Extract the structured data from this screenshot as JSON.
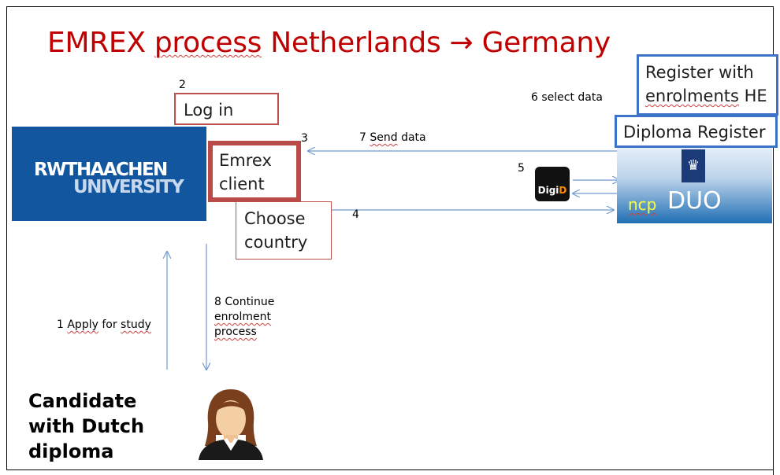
{
  "title": {
    "prefix": "EMREX ",
    "process": "process",
    "rest": " Netherlands → Germany"
  },
  "steps": {
    "step2": "2",
    "step3": "3",
    "step4": "4",
    "step5": "5",
    "step6": "6 select data",
    "step7_num": "7 ",
    "step7_word": "Send",
    "step7_rest": " data",
    "step1_num": "1 ",
    "step1_word": "Apply",
    "step1_mid": " for ",
    "step1_word2": "study",
    "step8_line1": "8 Continue",
    "step8_line2": "enrolment",
    "step8_line3": "process"
  },
  "boxes": {
    "login": "Log in",
    "emrex_line1": "Emrex",
    "emrex_line2": "client",
    "choose_line1": "Choose",
    "choose_line2": "country",
    "register_line1": "Register with",
    "register_line2a": "enrolments",
    "register_line2b": " HE",
    "diploma_register": "Diploma Register"
  },
  "logos": {
    "rwth_line1": "RWTHAACHEN",
    "rwth_line2": "UNIVERSITY",
    "digid": "Digi",
    "digid_accent": "D",
    "duo_ncp": "ncp",
    "duo_name": "DUO",
    "duo_emblem": "icon-crest"
  },
  "candidate": {
    "line1": "Candidate",
    "line2": "with Dutch",
    "line3": "diploma"
  },
  "colors": {
    "title": "#c00000",
    "rwth_blue": "#11569f",
    "box_blue_border": "#3d72c9",
    "box_red_border": "#b94a48",
    "emrex_border": "#b94a48",
    "arrow": "#6f9bd0"
  }
}
